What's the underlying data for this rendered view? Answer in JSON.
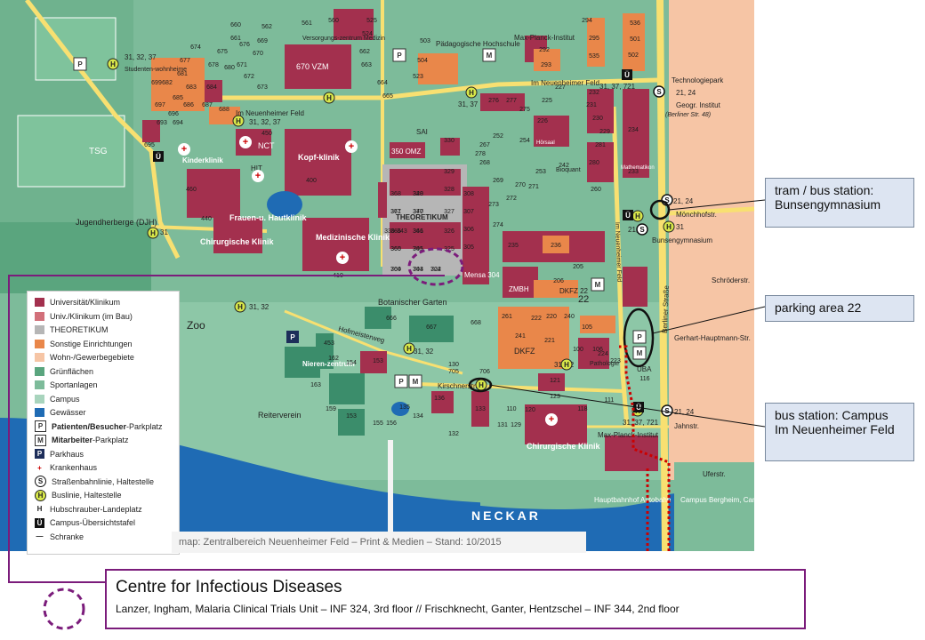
{
  "colors": {
    "green": "#7dbb9a",
    "green_dark": "#5aa57e",
    "university": "#a3304e",
    "orange": "#e9874a",
    "peach": "#f6c5a5",
    "water": "#1f6bb4",
    "road": "#f8e071",
    "footer_border": "#7b1c7b"
  },
  "map": {
    "places": {
      "tsg": "TSG",
      "zoo": "Zoo",
      "jugendherberge": "Jugendherberge (DJH)",
      "reiterverein": "Reiterverein",
      "neckar": "NECKAR",
      "botanischer_garten": "Botanischer Garten",
      "theoretikum": "THEORETIKUM",
      "mensa": "Mensa 304",
      "kopfklinik": "Kopf-klinik",
      "medizinische_klinik": "Medizinische Klinik",
      "frauen_hautklinik": "Frauen-u. Hautklinik",
      "chirurgische_klinik_w": "Chirurgische Klinik",
      "chirurgische_klinik_s": "Chirurgische Klinik",
      "kinderklinik": "Kinderklinik",
      "nierenzentrum": "Nieren-zentrum",
      "nct": "NCT",
      "hit": "HIT",
      "omz": "350 OMZ",
      "vzm": "670 VZM",
      "versorgungszentrum": "Versorgungs-zentrum Medizin",
      "paedagogische": "Pädagogische Hochschule",
      "max_planck_n": "Max-Planck-Institut",
      "max_planck_s": "Max-Planck-Institut",
      "technologiepark": "Technologiepark",
      "geogr_institut": "Geogr. Institut",
      "berliner_str48": "(Berliner Str. 48)",
      "mathematikon": "Mathematikon",
      "bunsengymnasium": "Bunsengymnasium",
      "schroederstr": "Schröderstr.",
      "gerhart_hauptmann": "Gerhart-Hauptmann-Str.",
      "moenchhofstr": "Mönchhofstr.",
      "berliner_strasse": "Berliner Straße",
      "im_neuenheimer_feld_n": "Im Neuenheimer Feld",
      "im_neuenheimer_feld_w": "Im Neuenheimer Feld",
      "neuenheimer_feld_vert": "Im Neuenheimer Feld",
      "hofmeisterweg": "Hofmeisterweg",
      "kirschnerstr": "Kirschnerstr.",
      "jahnstr": "Jahnstr.",
      "uferstr": "Uferstr.",
      "dkfz": "DKFZ",
      "dkfz22": "DKFZ 22",
      "zmbh": "ZMBH",
      "uba": "UBA",
      "pathologie": "Pathologie",
      "bioquant": "Bioquant",
      "hoersaal": "Hörsaal",
      "sai": "SAI",
      "studentenwohnheime": "Studenten-wohnheime",
      "hauptbahnhof": "Hauptbahnhof Autobahn",
      "campus_bergheim": "Campus Bergheim, Campus Altstadt",
      "bus_31_32_37": "31, 32, 37",
      "bus_21_24": "21, 24",
      "bus_31": "31",
      "bus_31_32": "31, 32",
      "bus_31_37": "31, 37",
      "bus_31_37_721": "31, 37, 721",
      "num_22": "22"
    },
    "buildings": [
      "324",
      "344",
      "364",
      "345",
      "365",
      "346",
      "366",
      "347",
      "367",
      "348",
      "368",
      "329",
      "328",
      "308",
      "307",
      "306",
      "305",
      "326",
      "327",
      "325",
      "330",
      "400",
      "410",
      "440",
      "450",
      "460",
      "453",
      "162",
      "163",
      "153",
      "154",
      "159",
      "155",
      "156",
      "153",
      "134",
      "135",
      "136",
      "132",
      "133",
      "131",
      "129",
      "130",
      "121",
      "123",
      "120",
      "110",
      "111",
      "118",
      "116",
      "105",
      "106",
      "100",
      "223",
      "224",
      "221",
      "222",
      "220",
      "240",
      "241",
      "261",
      "260",
      "280",
      "281",
      "229",
      "230",
      "231",
      "232",
      "233",
      "234",
      "235",
      "236",
      "205",
      "206",
      "227",
      "226",
      "225",
      "242",
      "253",
      "252",
      "254",
      "267",
      "268",
      "269",
      "270",
      "271",
      "272",
      "273",
      "274",
      "275",
      "276",
      "277",
      "278",
      "292",
      "293",
      "294",
      "295",
      "535",
      "536",
      "501",
      "502",
      "503",
      "504",
      "523",
      "524",
      "525",
      "560",
      "561",
      "562",
      "669",
      "670",
      "671",
      "672",
      "673",
      "674",
      "675",
      "676",
      "677",
      "678",
      "680",
      "681",
      "682",
      "683",
      "684",
      "685",
      "686",
      "687",
      "688",
      "693",
      "694",
      "695",
      "696",
      "697",
      "699",
      "660",
      "661",
      "662",
      "663",
      "664",
      "665",
      "666",
      "667",
      "668",
      "706",
      "705",
      "702",
      "703",
      "700",
      "701",
      "360",
      "361",
      "336-343",
      "370",
      "371",
      "320"
    ]
  },
  "legend": {
    "items": [
      {
        "label": "Universität/Klinikum",
        "color": "#a3304e"
      },
      {
        "label": "Univ./Klinikum (im Bau)",
        "color": "#d2707a"
      },
      {
        "label": "THEORETIKUM",
        "color": "#b6b6b6"
      },
      {
        "label": "Sonstige Einrichtungen",
        "color": "#e9874a"
      },
      {
        "label": "Wohn-/Gewerbegebiete",
        "color": "#f6c5a5"
      },
      {
        "label": "Grünflächen",
        "color": "#5aa57e"
      },
      {
        "label": "Sportanlagen",
        "color": "#7dbb9a"
      },
      {
        "label": "Campus",
        "color": "#a8d4bd"
      },
      {
        "label": "Gewässer",
        "color": "#1f6bb4"
      }
    ],
    "symbols": [
      {
        "glyph": "P",
        "prefix": "Patienten/Besucher",
        "suffix": "-Parkplatz"
      },
      {
        "glyph": "M",
        "prefix": "Mitarbeiter",
        "suffix": "-Parkplatz"
      },
      {
        "glyph": "P",
        "prefix": "",
        "suffix": "Parkhaus"
      },
      {
        "glyph": "+",
        "prefix": "",
        "suffix": "Krankenhaus"
      },
      {
        "glyph": "S",
        "prefix": "",
        "suffix": "Straßenbahnlinie, Haltestelle"
      },
      {
        "glyph": "H",
        "prefix": "",
        "suffix": "Buslinie, Haltestelle"
      },
      {
        "glyph": "H",
        "prefix": "",
        "suffix": "Hubschrauber-Landeplatz"
      },
      {
        "glyph": "Ü",
        "prefix": "",
        "suffix": "Campus-Übersichtstafel"
      },
      {
        "glyph": "—",
        "prefix": "",
        "suffix": "Schranke"
      }
    ]
  },
  "credit": "map: Zentralbereich  Neuenheimer  Feld – Print & Medien – Stand: 10/2015",
  "callouts": {
    "tram": "tram / bus station: Bunsengymnasium",
    "parking": "parking area 22",
    "bus": "bus station: Campus Im Neuenheimer Feld"
  },
  "footer": {
    "title": "Centre for Infectious Diseases",
    "subtitle": "Lanzer, Ingham, Malaria Clinical Trials Unit – INF 324, 3rd floor  //  Frischknecht, Ganter, Hentzschel – INF 344, 2nd floor"
  }
}
